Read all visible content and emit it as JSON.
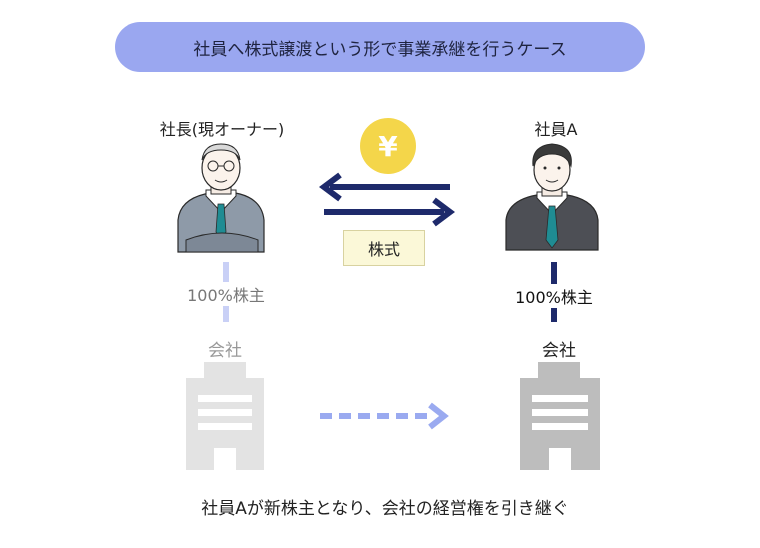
{
  "title": "社員へ株式譲渡という形で事業承継を行うケース",
  "left_person": {
    "label": "社長(現オーナー)"
  },
  "right_person": {
    "label": "社員A"
  },
  "yen_symbol": "¥",
  "stock_label": "株式",
  "left_share": {
    "label": "100%株主"
  },
  "right_share": {
    "label": "100%株主"
  },
  "left_company": {
    "label": "会社"
  },
  "right_company": {
    "label": "会社"
  },
  "caption": "社員Aが新株主となり、会社の経営権を引き継ぐ",
  "colors": {
    "pill": "#9aa7f0",
    "arrow_dark": "#1e2a6b",
    "arrow_light": "#9aaaf0",
    "yen": "#f4d64a",
    "building_light": "#e3e3e3",
    "building_dark": "#bdbdbd"
  }
}
